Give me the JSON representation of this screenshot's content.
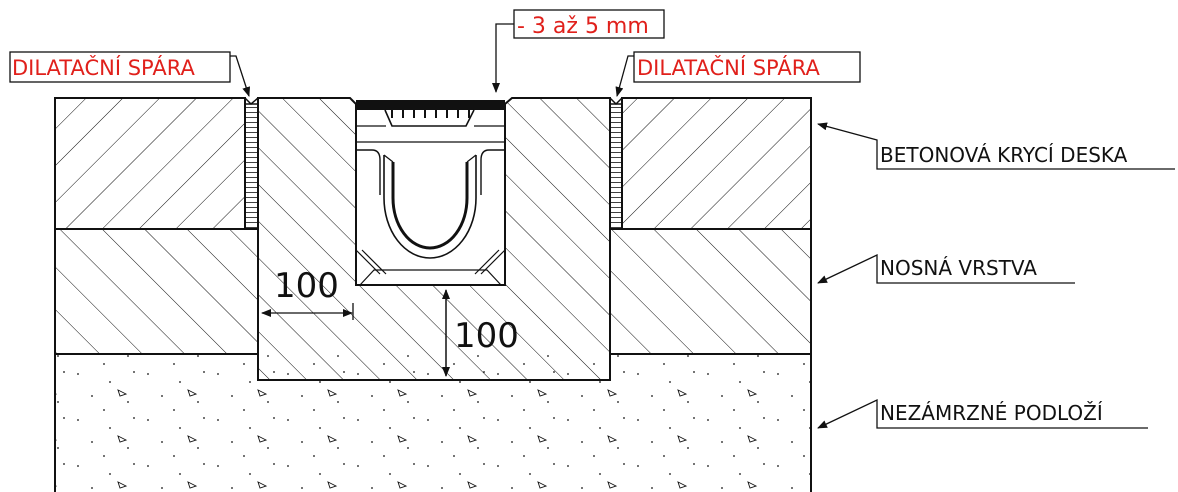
{
  "labels": {
    "joint_left": "DILATAČNÍ SPÁRA",
    "joint_right": "DILATAČNÍ SPÁRA",
    "tolerance": "- 3 až 5 mm",
    "layer_top": "BETONOVÁ KRYCÍ DESKA",
    "layer_mid": "NOSNÁ VRSTVA",
    "layer_bottom": "NEZÁMRZNÉ PODLOŽÍ",
    "dim_side": "100",
    "dim_bottom": "100"
  },
  "colors": {
    "annotation_red": "#e0201b",
    "line_black": "#111111",
    "background": "#ffffff"
  }
}
